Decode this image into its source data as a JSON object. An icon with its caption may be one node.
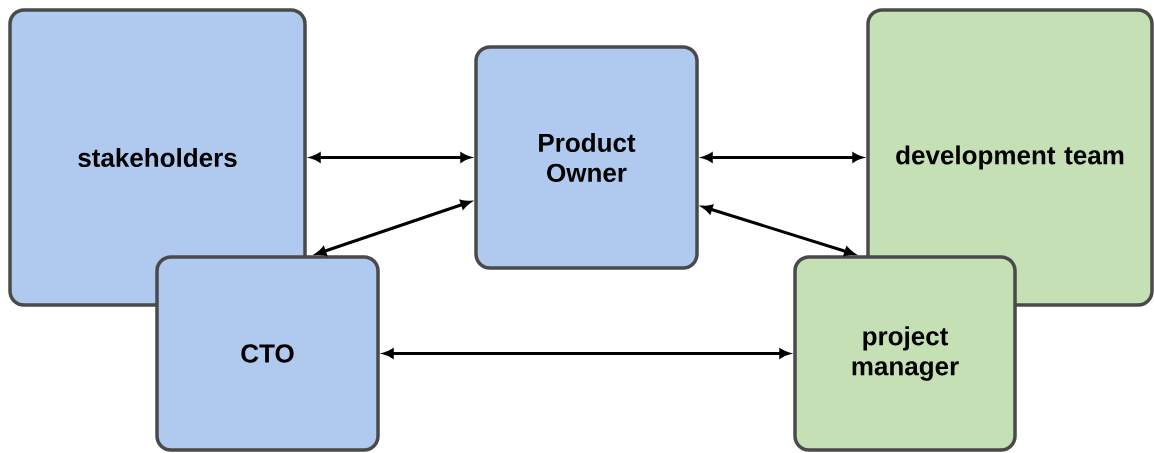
{
  "diagram": {
    "nodes": [
      {
        "text": [
          "stakeholders"
        ]
      },
      {
        "text": [
          "CTO"
        ]
      },
      {
        "text": [
          "Product Owner"
        ]
      },
      {
        "text": [
          "development team"
        ]
      },
      {
        "text": [
          "project manager"
        ]
      }
    ],
    "edges": [
      {
        "from": 0,
        "to": 2,
        "arrow": "both"
      },
      {
        "from": 1,
        "to": 2,
        "arrow": "both"
      },
      {
        "from": 2,
        "to": 3,
        "arrow": "both"
      },
      {
        "from": 2,
        "to": 4,
        "arrow": "both"
      },
      {
        "from": 1,
        "to": 4,
        "arrow": "both"
      }
    ]
  }
}
